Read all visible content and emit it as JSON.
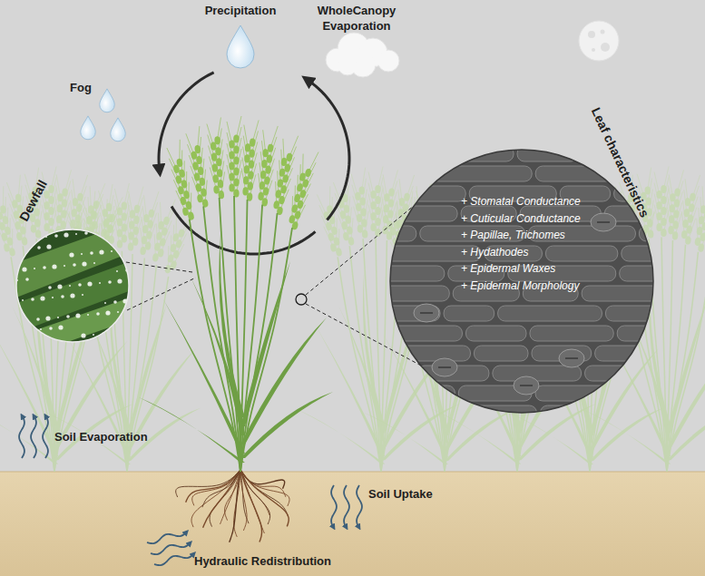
{
  "diagram": {
    "nodes": [
      {
        "text": [
          "Dewfall"
        ]
      },
      {
        "text": [
          "Leaf characteristics",
          "+ Stomatal Conductance",
          "+ Cuticular Conductance",
          "+ Papillae, Trichomes",
          "+ Hydathodes",
          "+ Epidermal Waxes",
          "+ Epidermal Morphology"
        ]
      }
    ],
    "labels": [
      "Precipitation",
      "WholeCanopy Evaporation",
      "Fog",
      "Soil Evaporation",
      "Soil Uptake",
      "Hydraulic Redistribution"
    ]
  }
}
